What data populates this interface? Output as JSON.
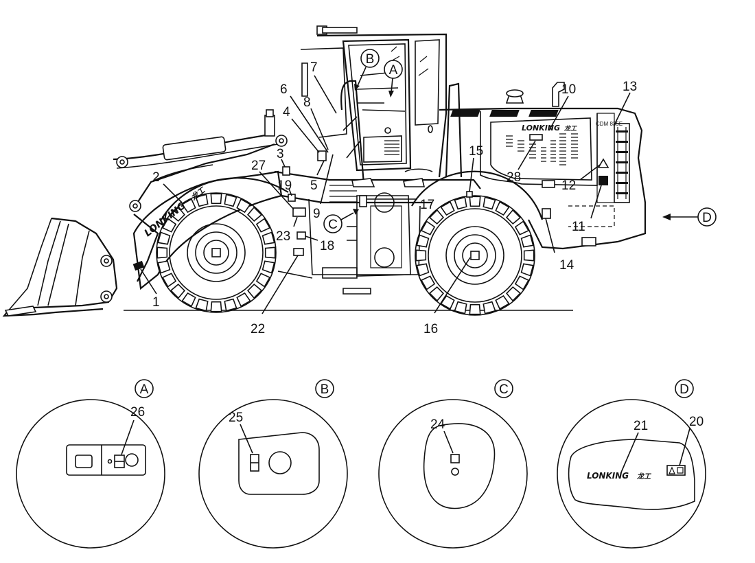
{
  "callouts": [
    "1",
    "2",
    "3",
    "4",
    "5",
    "6",
    "7",
    "8",
    "9",
    "10",
    "11",
    "12",
    "13",
    "14",
    "15",
    "16",
    "17",
    "18",
    "19",
    "20",
    "21",
    "22",
    "23",
    "24",
    "25",
    "26",
    "27",
    "28"
  ],
  "view_letters": {
    "A": "A",
    "B": "B",
    "C": "C",
    "D": "D"
  },
  "brand_text": "LONKING",
  "model_plate": "CDM 835E",
  "detail_views": [
    {
      "letter": "A",
      "callout": "26"
    },
    {
      "letter": "B",
      "callout": "25"
    },
    {
      "letter": "C",
      "callout": "24"
    },
    {
      "letter": "D",
      "callouts": [
        "21",
        "20"
      ]
    }
  ]
}
